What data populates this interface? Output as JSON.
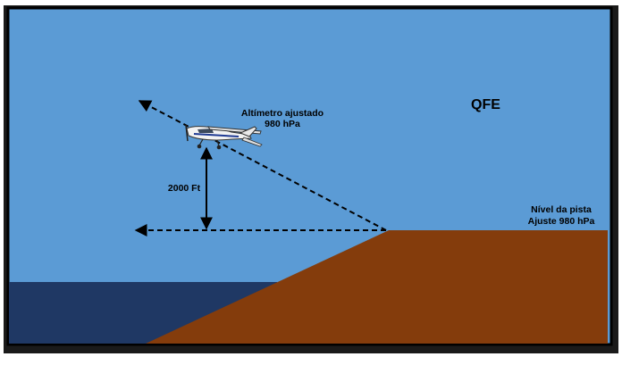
{
  "diagram": {
    "title": "QFE",
    "altimeter_label": {
      "line1": "Altímetro ajustado",
      "line2": "980 hPa"
    },
    "height_label": "2000 Ft",
    "runway_label": {
      "line1": "Nível da pista",
      "line2": "Ajuste 980 hPa"
    },
    "colors": {
      "sky": "#5b9bd5",
      "sea": "#1f3864",
      "terrain": "#843c0c",
      "frame": "#000000",
      "lines": "#000000"
    },
    "icons": {
      "aircraft": "airplane-icon"
    }
  }
}
